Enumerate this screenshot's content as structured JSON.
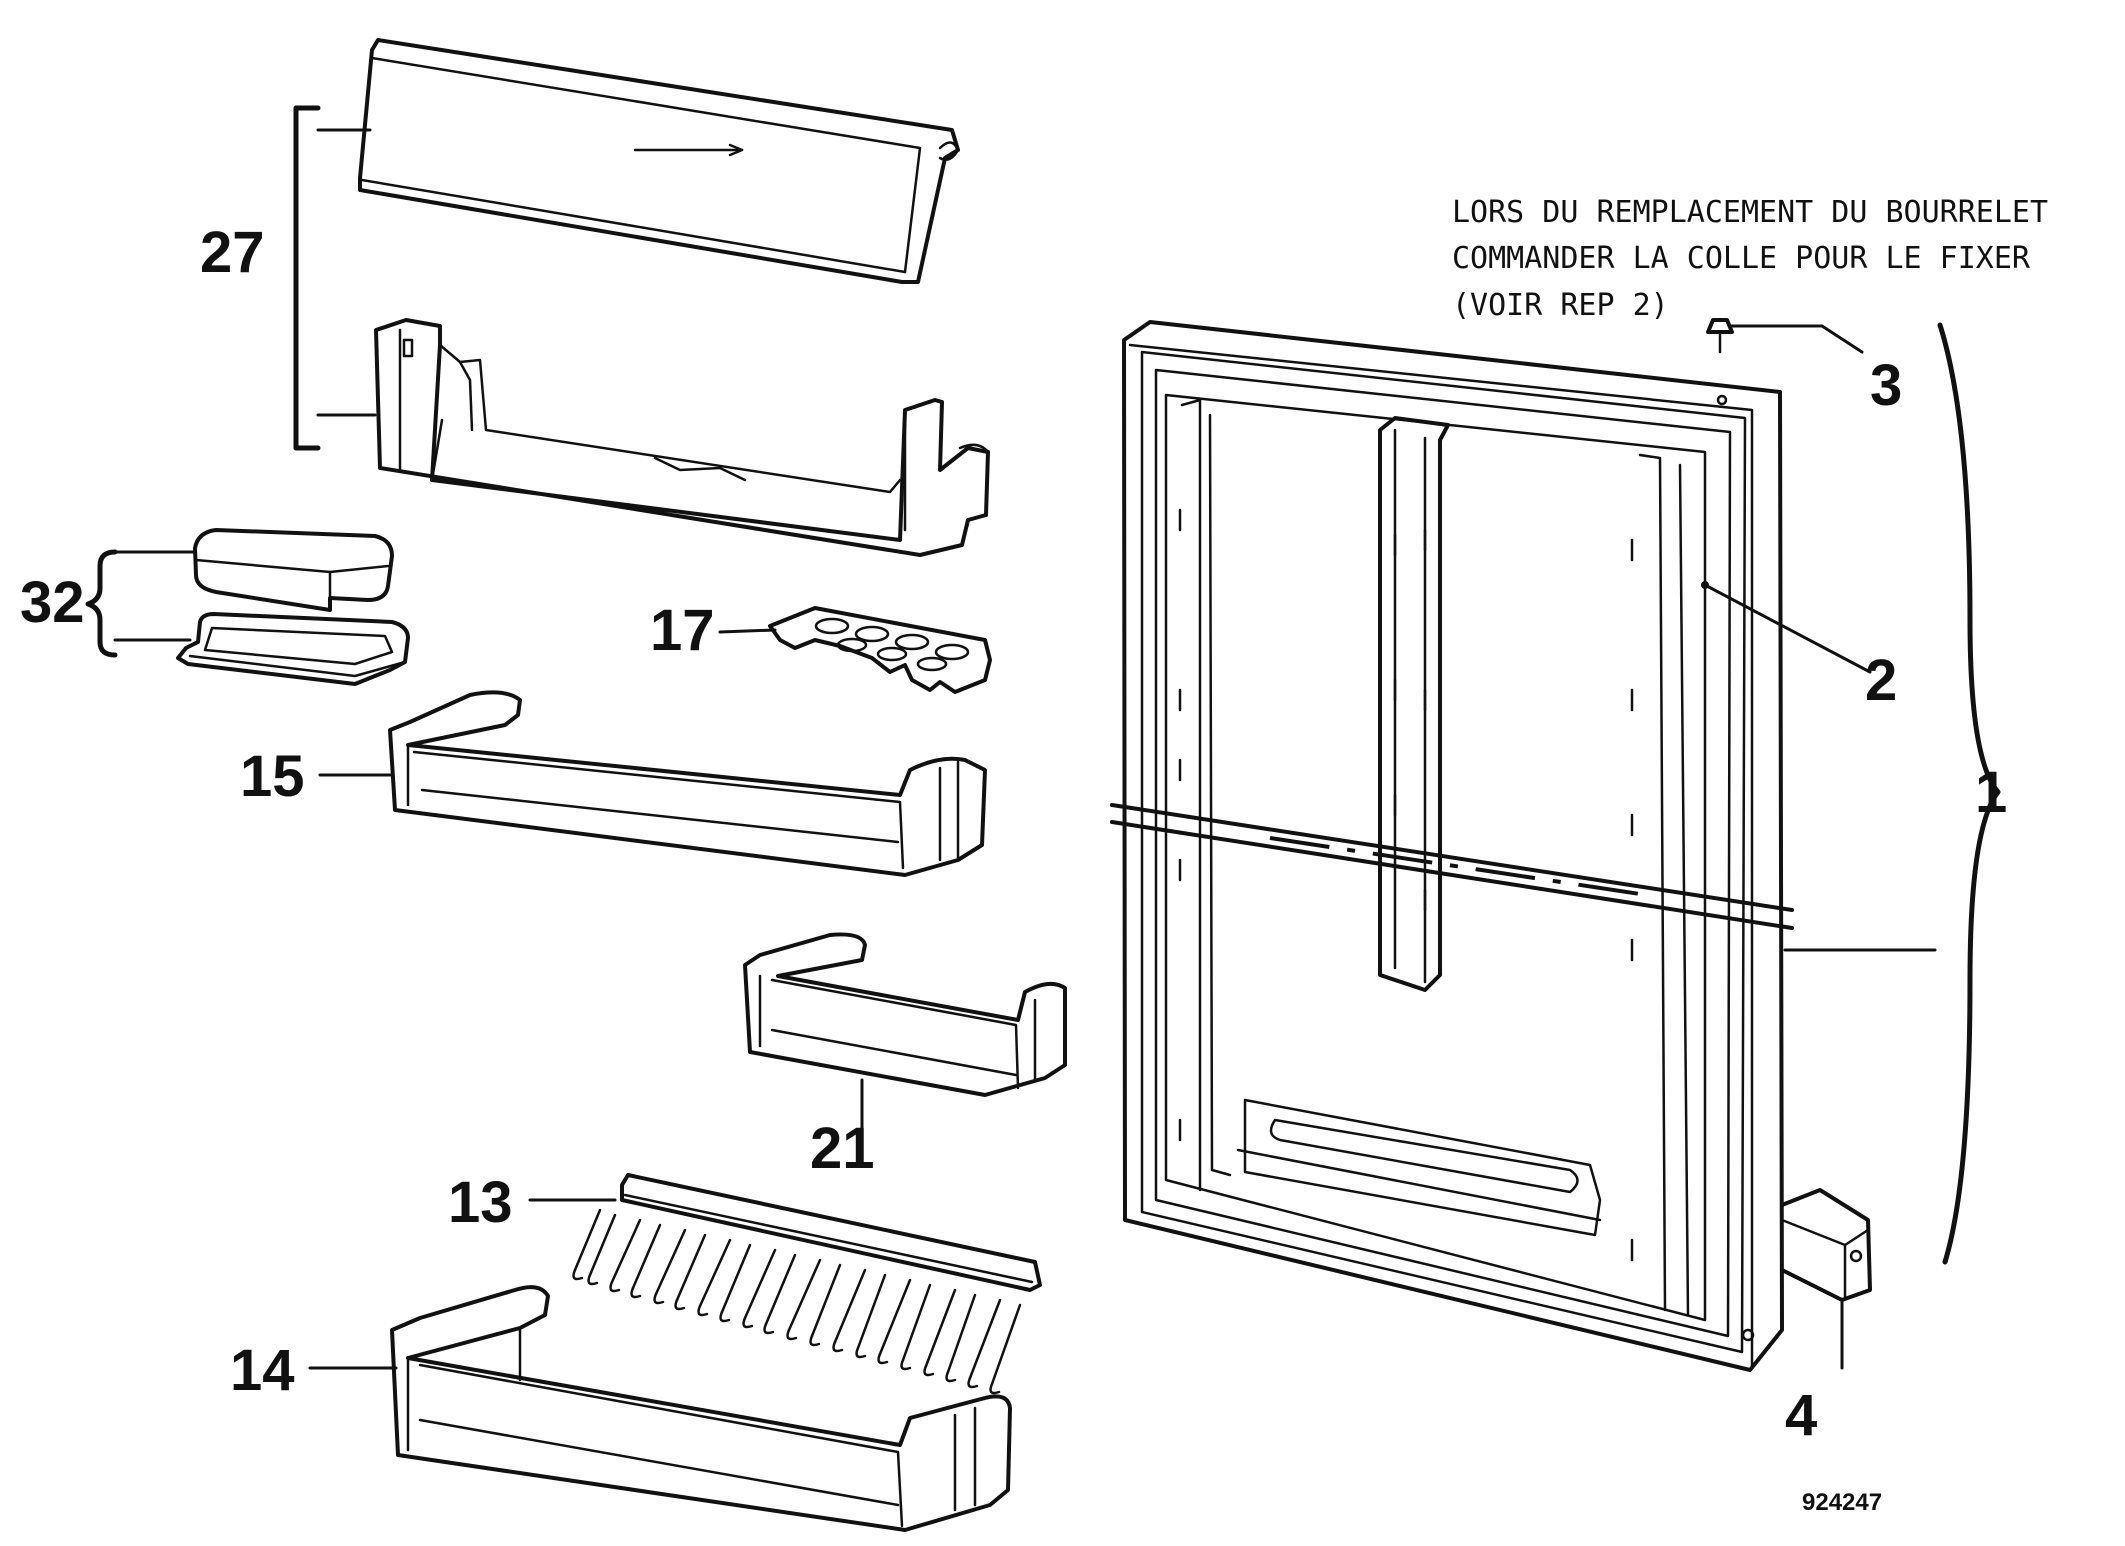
{
  "note": {
    "line1": "LORS DU REMPLACEMENT DU BOURRELET",
    "line2": "COMMANDER LA COLLE POUR LE FIXER",
    "line3": "(VOIR REP 2)"
  },
  "labels": {
    "door_assembly": "1",
    "gasket": "2",
    "screw": "3",
    "hinge_bracket": "4",
    "bottle_rack": "13",
    "bottle_shelf": "14",
    "middle_shelf": "15",
    "egg_tray": "17",
    "small_shelf": "21",
    "dairy_compartment": "27",
    "butter_box": "32"
  },
  "drawing_ref": "924247"
}
